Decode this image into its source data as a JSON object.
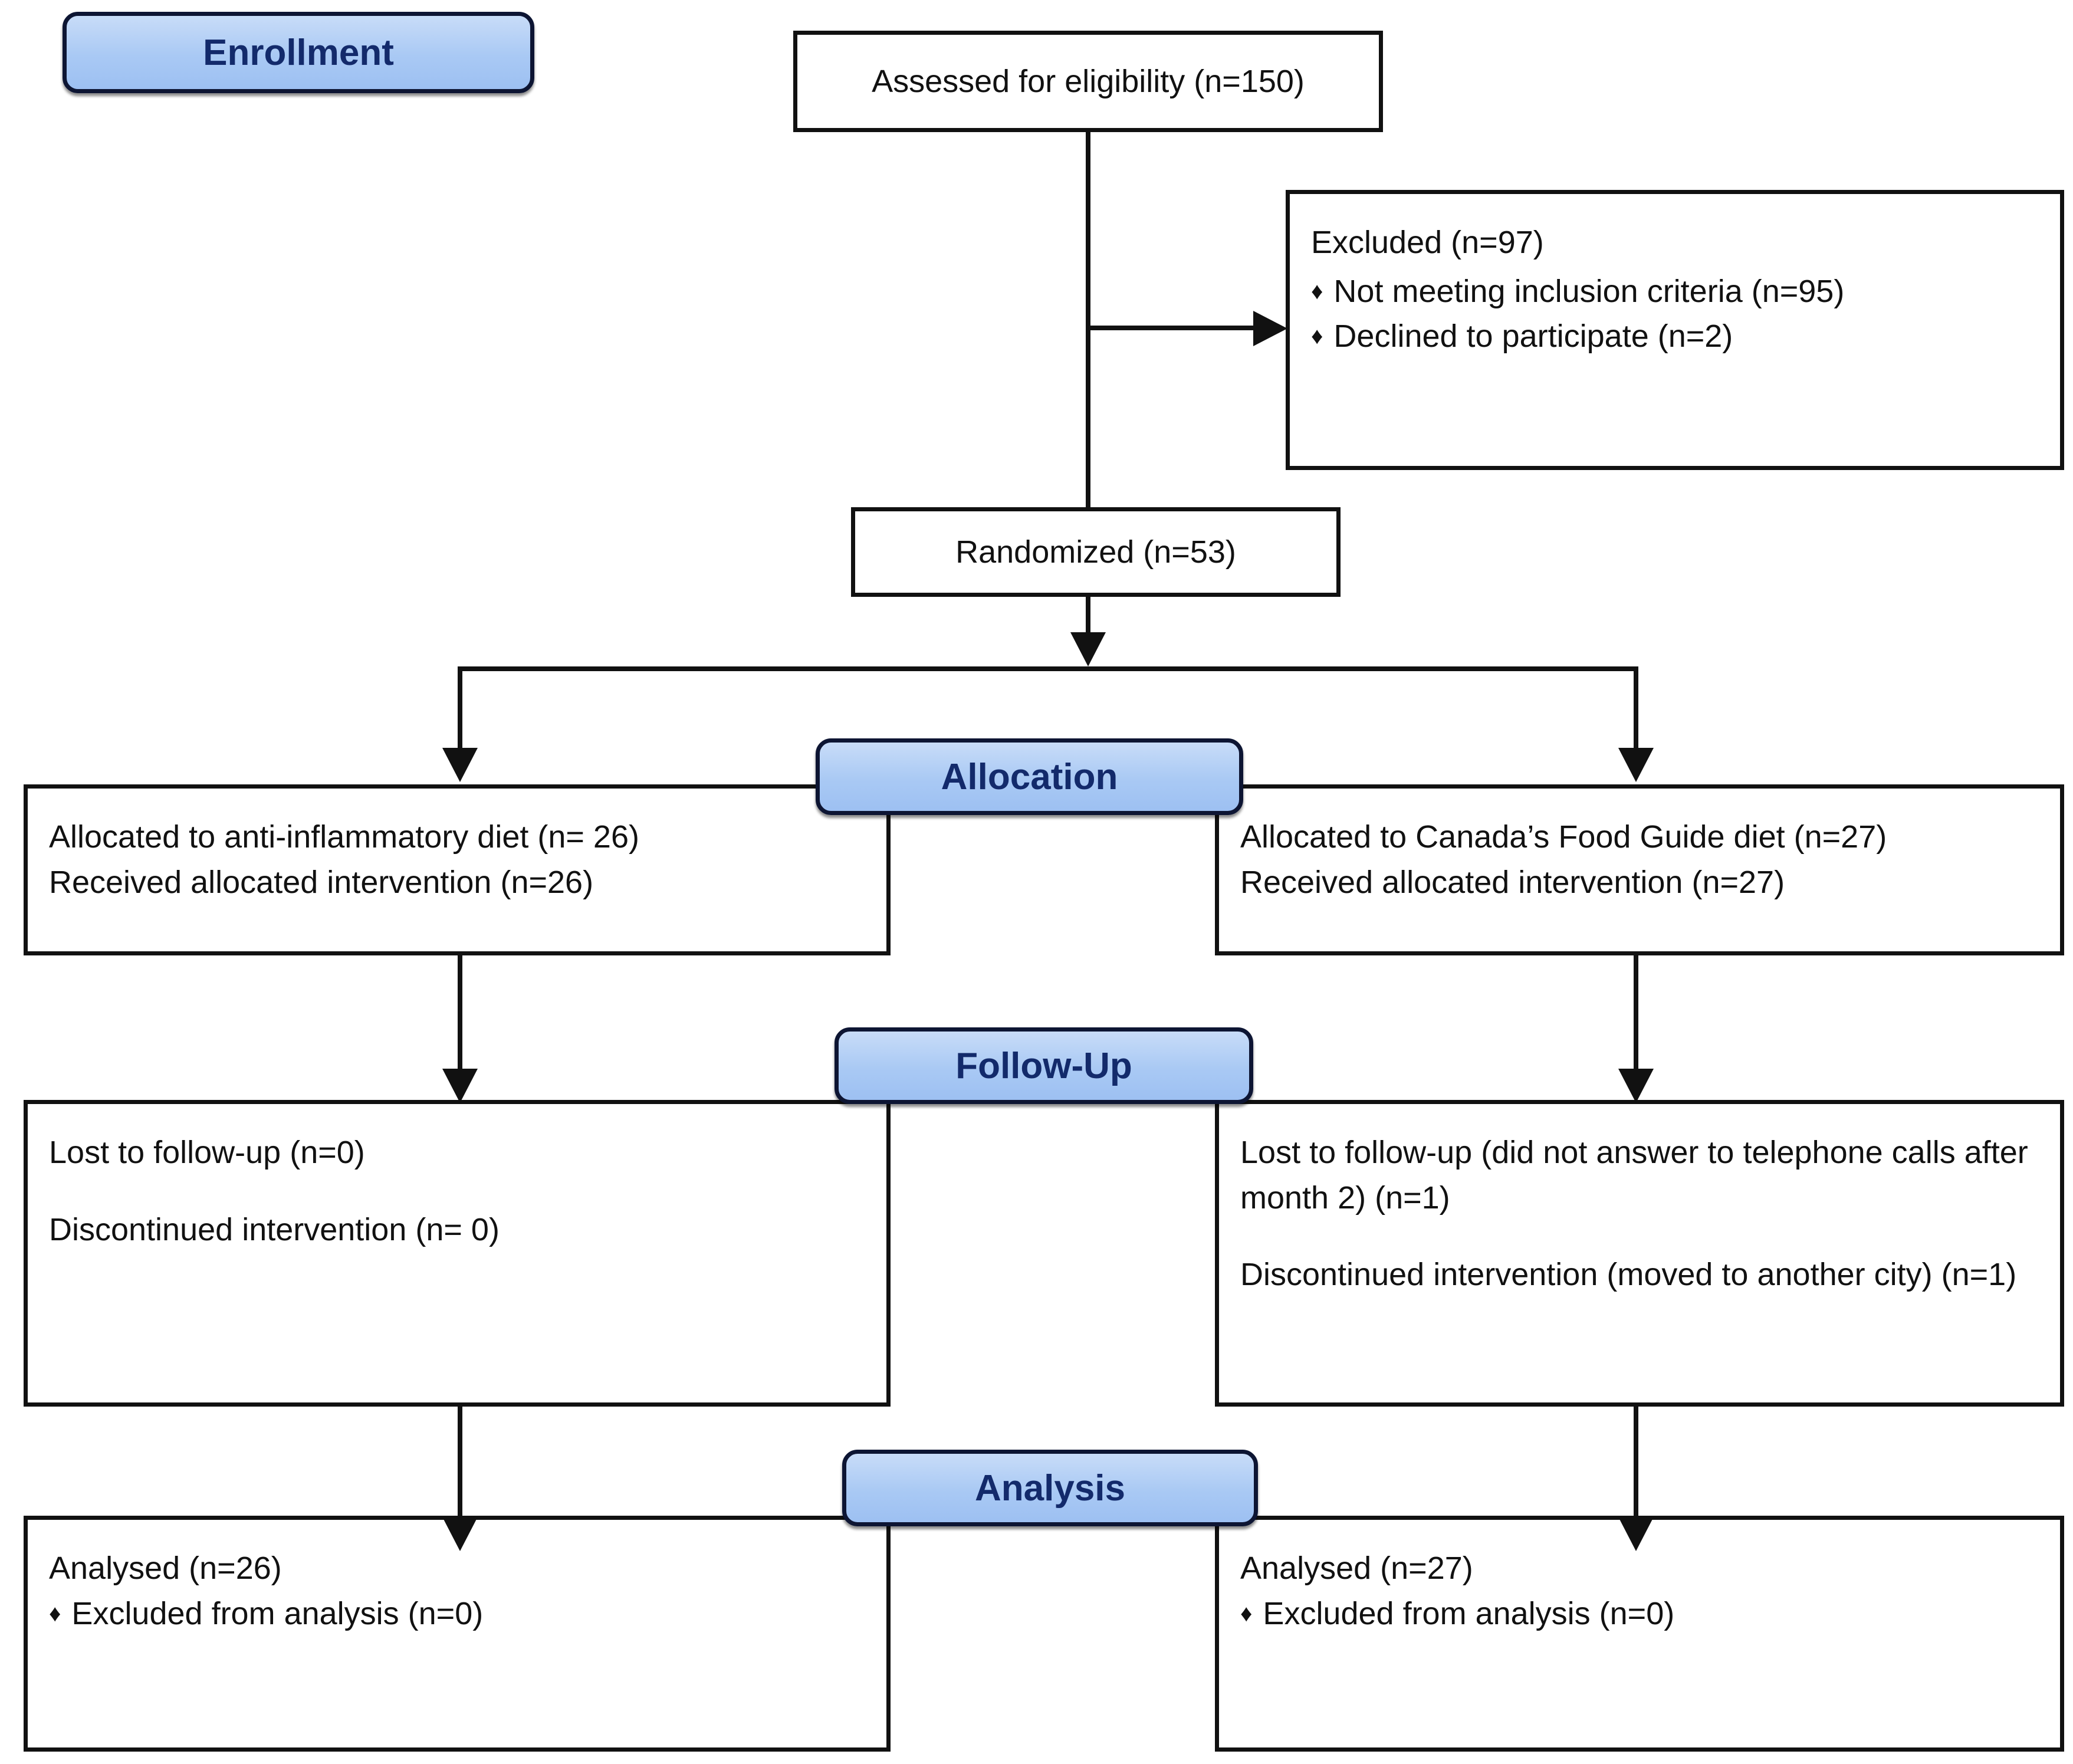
{
  "diagram": {
    "type": "consort-flow-diagram",
    "stage_labels": {
      "enrollment": "Enrollment",
      "allocation": "Allocation",
      "followup": "Follow-Up",
      "analysis": "Analysis"
    },
    "colors": {
      "pill_fill": "#a9c9f4",
      "pill_border": "#0d1533",
      "pill_text": "#132a6b",
      "box_border": "#111111",
      "box_fill": "#ffffff",
      "text": "#111111"
    },
    "bullet_glyph": "♦",
    "assessed": {
      "text": "Assessed for eligibility (n=150)"
    },
    "excluded": {
      "heading": "Excluded (n=97)",
      "items": [
        "Not meeting inclusion criteria (n=95)",
        "Declined to participate (n=2)"
      ]
    },
    "randomized": {
      "text": "Randomized (n=53)"
    },
    "allocation_left": {
      "line1": "Allocated to anti-inflammatory diet (n= 26)",
      "line2": "Received allocated intervention (n=26)"
    },
    "allocation_right": {
      "line1": "Allocated to Canada’s Food Guide diet (n=27)",
      "line2": "Received allocated intervention (n=27)"
    },
    "followup_left": {
      "line1": "Lost to follow-up (n=0)",
      "line2": "Discontinued intervention (n= 0)"
    },
    "followup_right": {
      "line1": "Lost to follow-up (did not answer to telephone calls after month 2) (n=1)",
      "line2": "Discontinued intervention (moved to another city) (n=1)"
    },
    "analysis_left": {
      "heading": "Analysed (n=26)",
      "items": [
        "Excluded from analysis (n=0)"
      ]
    },
    "analysis_right": {
      "heading": "Analysed (n=27)",
      "items": [
        "Excluded from analysis (n=0)"
      ]
    }
  }
}
